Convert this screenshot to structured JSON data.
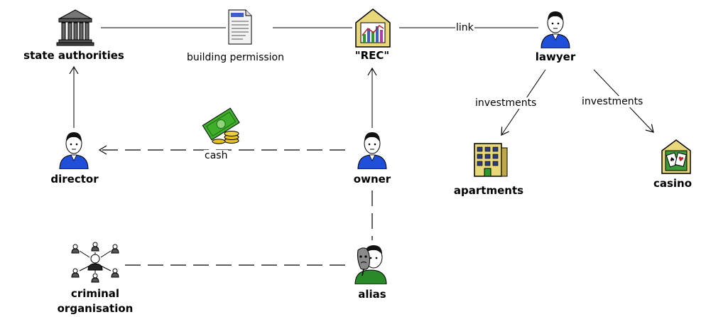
{
  "nodes": {
    "state_authorities": {
      "label": "state authorities",
      "icon": "courthouse-icon"
    },
    "building_permission": {
      "icon": "document-icon"
    },
    "rec": {
      "label": "\"REC\"",
      "icon": "chart-building-icon"
    },
    "lawyer": {
      "label": "lawyer",
      "icon": "person-icon"
    },
    "director": {
      "label": "director",
      "icon": "person-icon"
    },
    "cash": {
      "icon": "cash-icon"
    },
    "owner": {
      "label": "owner",
      "icon": "person-icon"
    },
    "apartments": {
      "label": "apartments",
      "icon": "apartment-building-icon"
    },
    "casino": {
      "label": "casino",
      "icon": "casino-cards-icon"
    },
    "criminal_organisation": {
      "label_line1": "criminal",
      "label_line2": "organisation",
      "icon": "network-group-icon"
    },
    "alias": {
      "label": "alias",
      "icon": "masked-person-icon"
    }
  },
  "edges": {
    "building_permission": "building permission",
    "link": "link",
    "investments_apartments": "investments",
    "investments_casino": "investments",
    "cash": "cash"
  },
  "colors": {
    "person_shirt": "#1f4fd8",
    "person_skin": "#ffffff",
    "hair": "#111111",
    "money": "#3fae2a",
    "coin": "#e8c020",
    "building_yellow": "#e8d87a",
    "casino_green": "#3a9a3a",
    "alias_shirt": "#2a8a2a"
  }
}
